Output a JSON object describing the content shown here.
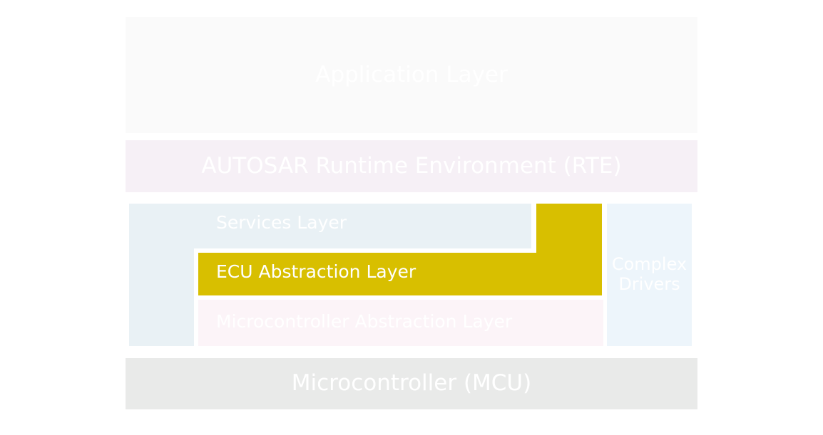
{
  "layers": {
    "application": {
      "label": "Application Layer",
      "color": "#fafafa"
    },
    "rte": {
      "label": "AUTOSAR Runtime Environment (RTE)",
      "color": "#f6f0f6"
    },
    "services": {
      "label": "Services Layer",
      "color": "#e9f1f5"
    },
    "ecu_abstraction": {
      "label": "ECU Abstraction Layer",
      "color": "#d8bf00"
    },
    "mcal": {
      "label": "Microcontroller Abstraction Layer",
      "color": "#fcf4f8"
    },
    "complex_drivers": {
      "label": "Complex Drivers",
      "color": "#edf5fb"
    },
    "mcu": {
      "label": "Microcontroller (MCU)",
      "color": "#e9eae9"
    }
  }
}
